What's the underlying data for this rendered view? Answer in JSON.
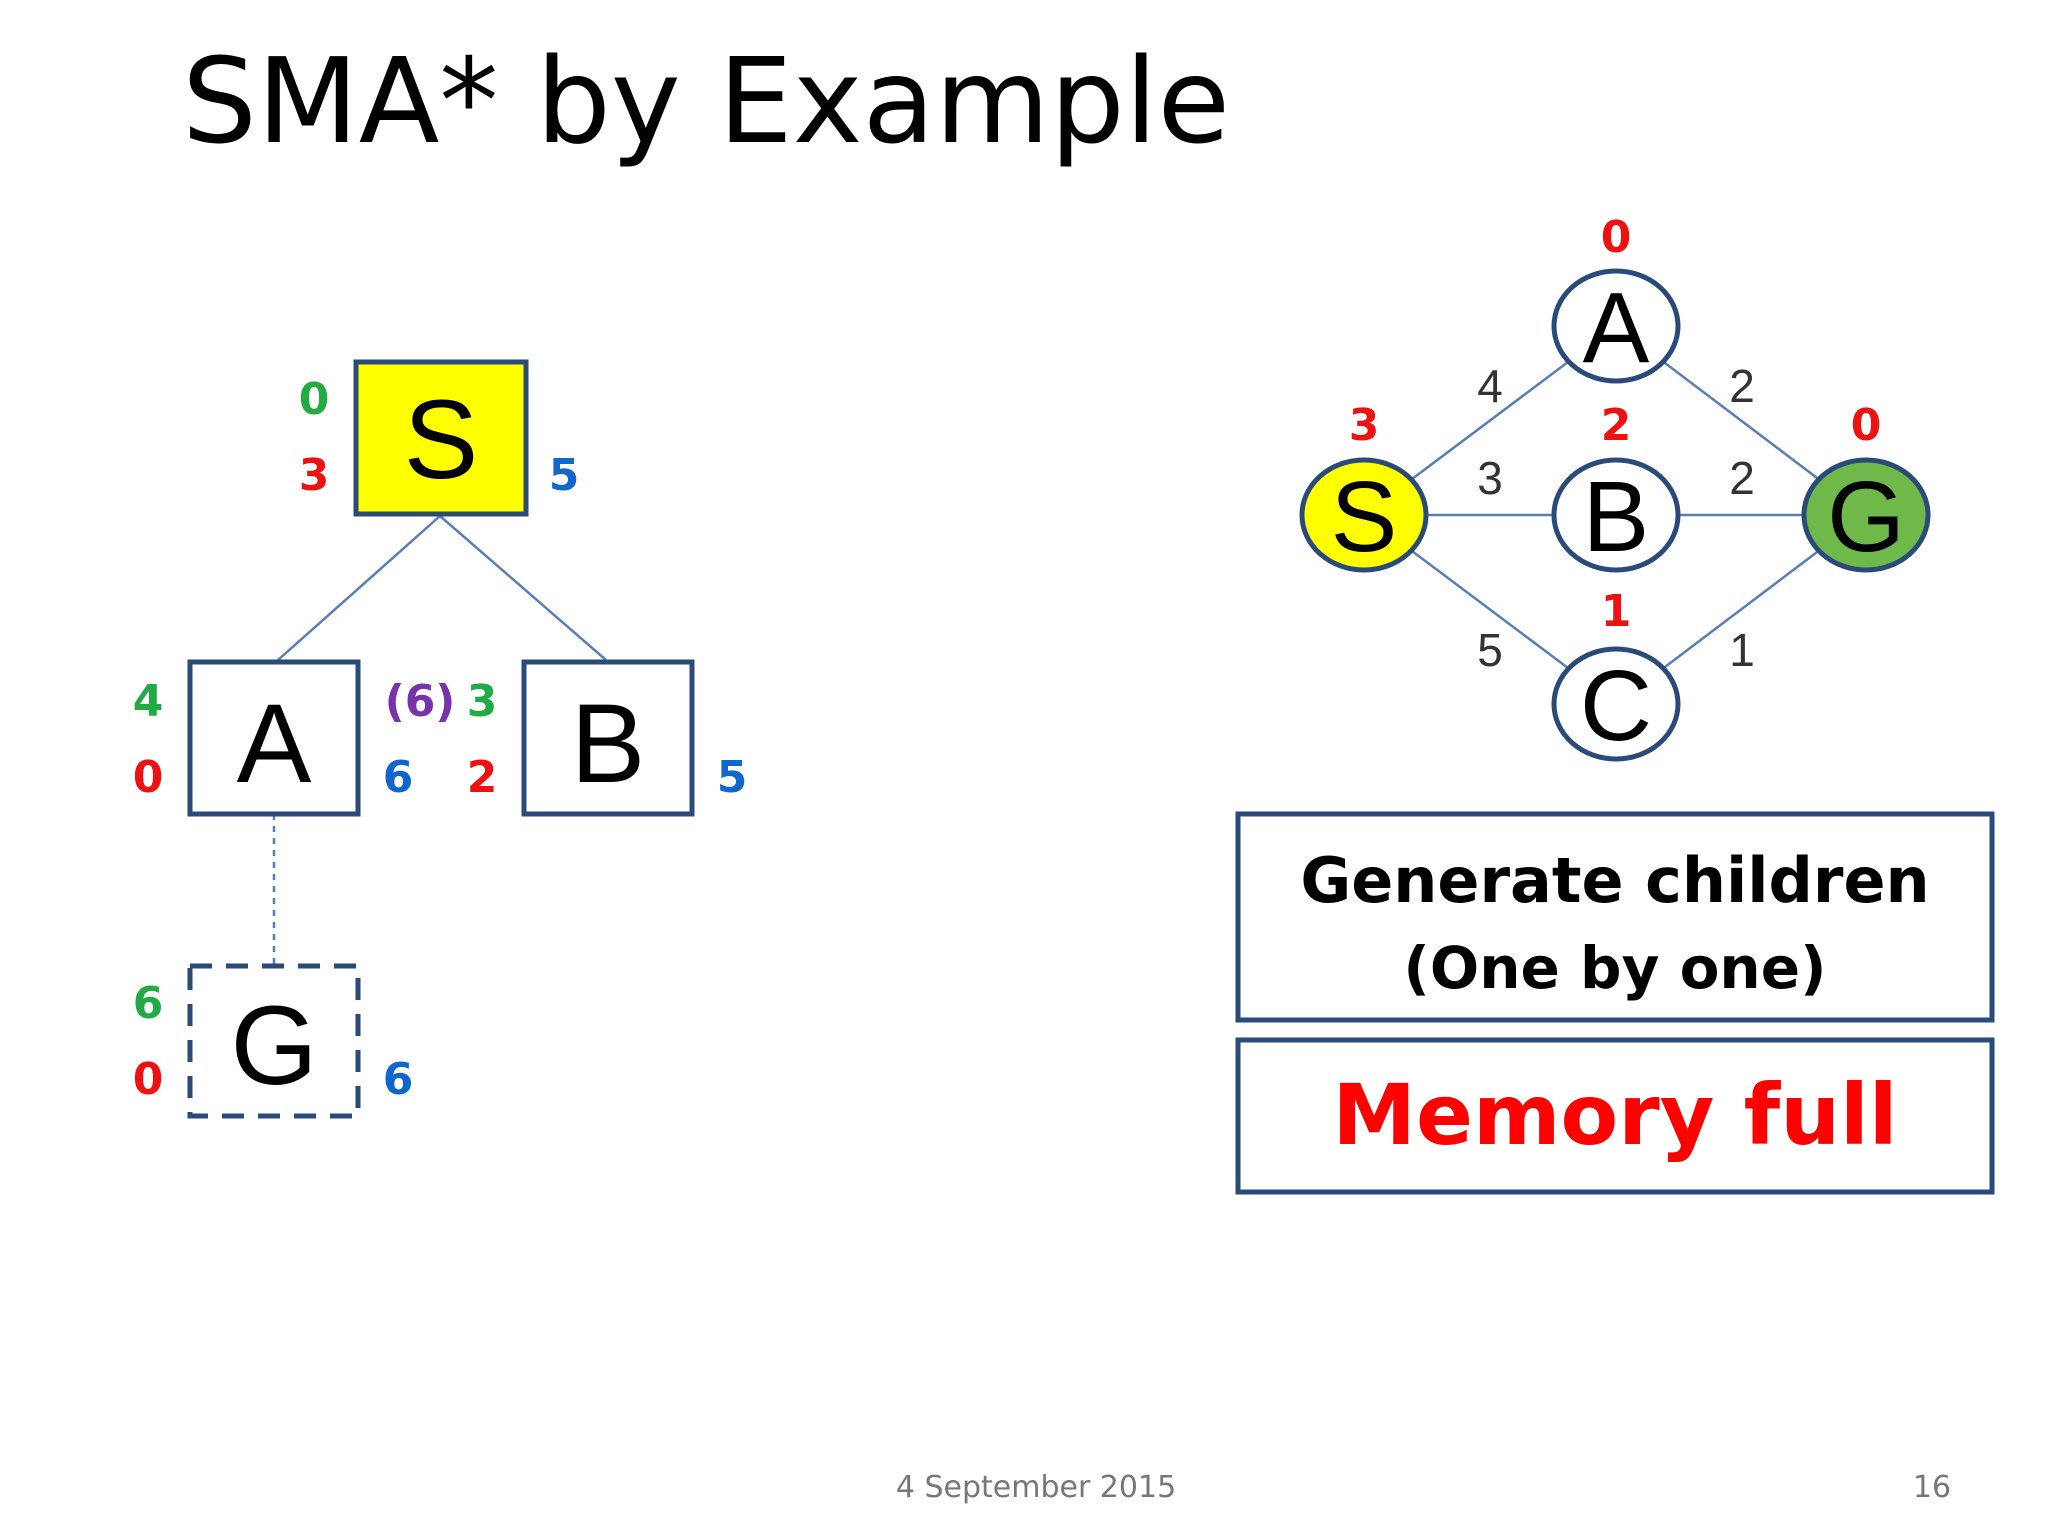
{
  "slide": {
    "title": "SMA* by Example",
    "footer_date": "4 September 2015",
    "page_number": "16"
  },
  "colors": {
    "g": "#22aa44",
    "h": "#ee1111",
    "f": "#1166cc",
    "forgotten": "#7733aa",
    "node_border": "#2a4a7a",
    "edge": "#5a7db5",
    "start_fill": "#ffff00",
    "goal_fill": "#6fb84a",
    "memory_full": "#ff0000"
  },
  "search_tree": {
    "nodes": {
      "S": {
        "label": "S",
        "g": "0",
        "h": "3",
        "f": "5"
      },
      "A": {
        "label": "A",
        "g": "4",
        "h": "0",
        "f": "6"
      },
      "B": {
        "label": "B",
        "g": "3",
        "h": "2",
        "f": "5",
        "forgotten_f": "(6)"
      },
      "G": {
        "label": "G",
        "g": "6",
        "h": "0",
        "f": "6"
      }
    }
  },
  "graph": {
    "nodes": {
      "S": {
        "label": "S",
        "h": "3"
      },
      "A": {
        "label": "A",
        "h": "0"
      },
      "B": {
        "label": "B",
        "h": "2"
      },
      "C": {
        "label": "C",
        "h": "1"
      },
      "G": {
        "label": "G",
        "h": "0"
      }
    },
    "edges": {
      "SA": "4",
      "AG": "2",
      "SB": "3",
      "BG": "2",
      "SC": "5",
      "CG": "1"
    }
  },
  "info_box": {
    "line1": "Generate children",
    "line2": "(One by one)"
  },
  "status_box": {
    "text": "Memory full"
  }
}
